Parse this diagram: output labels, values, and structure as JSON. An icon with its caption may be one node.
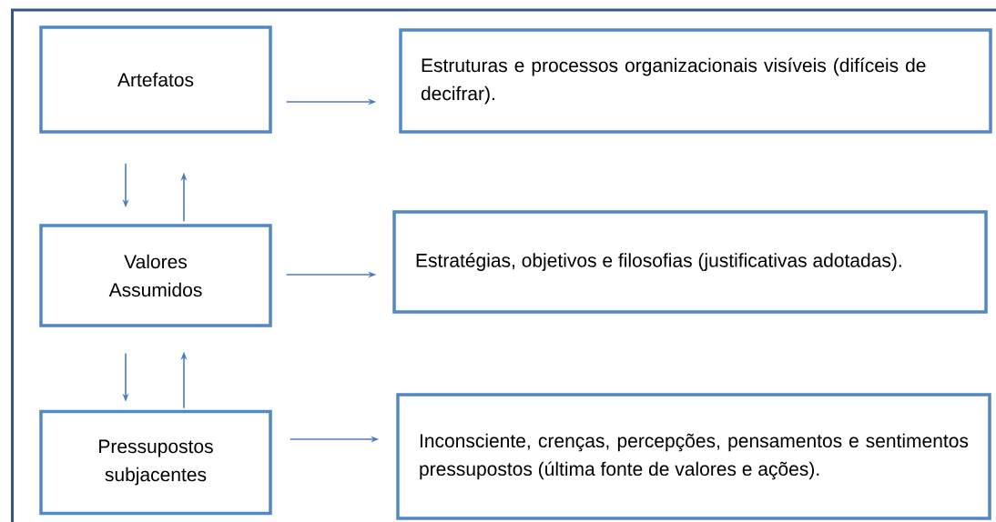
{
  "diagram": {
    "nodes": [
      {
        "text": [
          "Artefatos"
        ]
      },
      {
        "text": [
          "Estruturas e processos organizacionais visíveis (difíceis de decifrar)."
        ]
      },
      {
        "text": [
          "Valores Assumidos"
        ]
      },
      {
        "text": [
          "Estratégias, objetivos e filosofias (justificativas adotadas)."
        ]
      },
      {
        "text": [
          "Pressupostos subjacentes"
        ]
      },
      {
        "text": [
          "Inconsciente, crenças, percepções, pensamentos e sentimentos pressupostos (última fonte de valores e ações)."
        ]
      }
    ],
    "edges": [
      {
        "from": 0,
        "to": 1,
        "arrow": "to"
      },
      {
        "from": 0,
        "to": 2,
        "arrow": "to"
      },
      {
        "from": 2,
        "to": 0,
        "arrow": "to"
      },
      {
        "from": 2,
        "to": 3,
        "arrow": "to"
      },
      {
        "from": 2,
        "to": 4,
        "arrow": "to"
      },
      {
        "from": 4,
        "to": 2,
        "arrow": "to"
      },
      {
        "from": 4,
        "to": 5,
        "arrow": "to"
      }
    ]
  }
}
